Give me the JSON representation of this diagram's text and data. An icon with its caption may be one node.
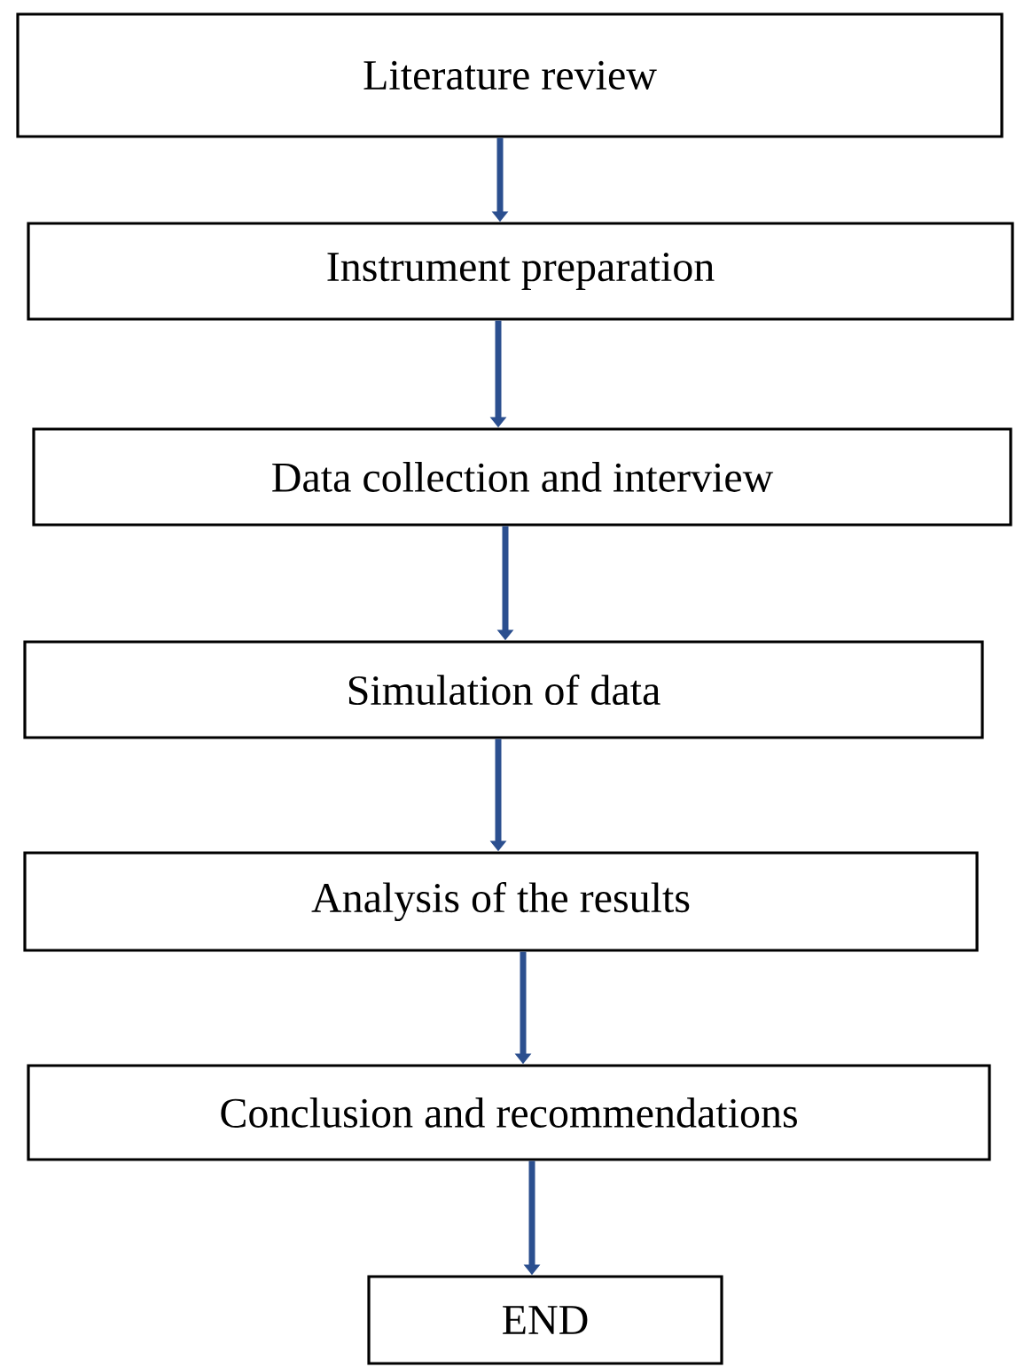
{
  "diagram": {
    "nodes": [
      {
        "text": [
          "Literature review"
        ]
      },
      {
        "text": [
          "Instrument preparation"
        ]
      },
      {
        "text": [
          "Data collection and interview"
        ]
      },
      {
        "text": [
          "Simulation of data"
        ]
      },
      {
        "text": [
          "Analysis of the results"
        ]
      },
      {
        "text": [
          "Conclusion and recommendations"
        ]
      },
      {
        "text": [
          "END"
        ]
      }
    ],
    "edges": [
      {
        "from": 0,
        "to": 1,
        "arrow": "to"
      },
      {
        "from": 1,
        "to": 2,
        "arrow": "to"
      },
      {
        "from": 2,
        "to": 3,
        "arrow": "to"
      },
      {
        "from": 3,
        "to": 4,
        "arrow": "to"
      },
      {
        "from": 4,
        "to": 5,
        "arrow": "to"
      },
      {
        "from": 5,
        "to": 6,
        "arrow": "to"
      }
    ]
  }
}
